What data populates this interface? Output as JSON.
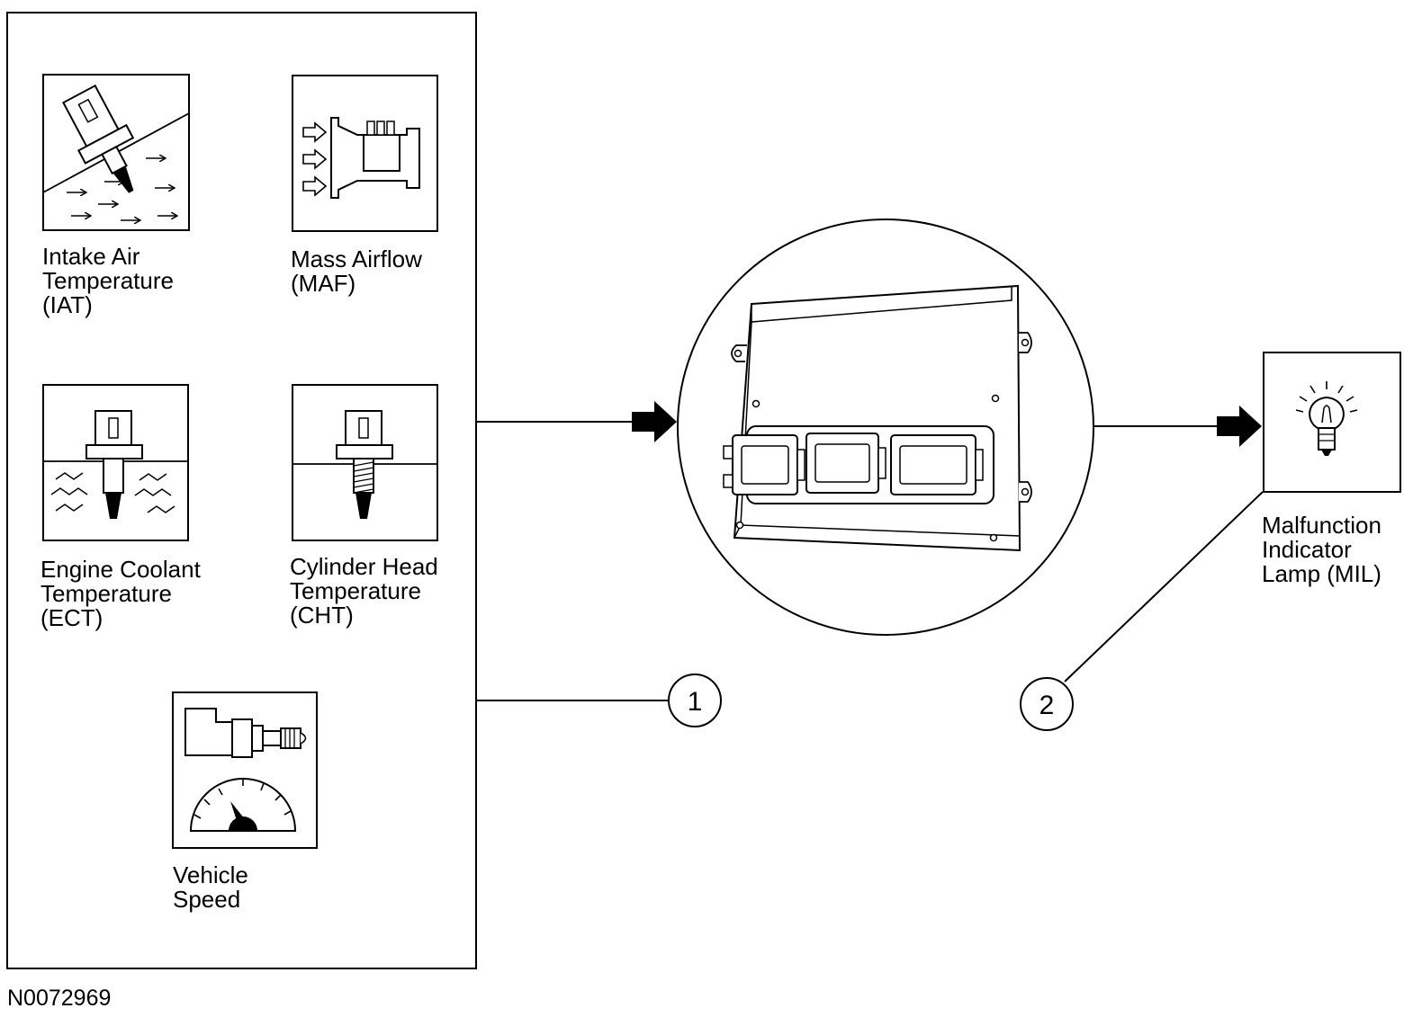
{
  "sensors": {
    "iat": [
      "Intake Air",
      "Temperature",
      "(IAT)"
    ],
    "maf": [
      "Mass Airflow",
      "(MAF)"
    ],
    "ect": [
      "Engine Coolant",
      "Temperature",
      "(ECT)"
    ],
    "cht": [
      "Cylinder Head",
      "Temperature",
      "(CHT)"
    ],
    "vss": [
      "Vehicle",
      "Speed"
    ]
  },
  "output": {
    "mil": [
      "Malfunction",
      "Indicator",
      "Lamp (MIL)"
    ]
  },
  "callouts": [
    "1",
    "2"
  ],
  "figure_id": "N0072969",
  "colors": {
    "line": "#000000",
    "background": "#ffffff"
  }
}
